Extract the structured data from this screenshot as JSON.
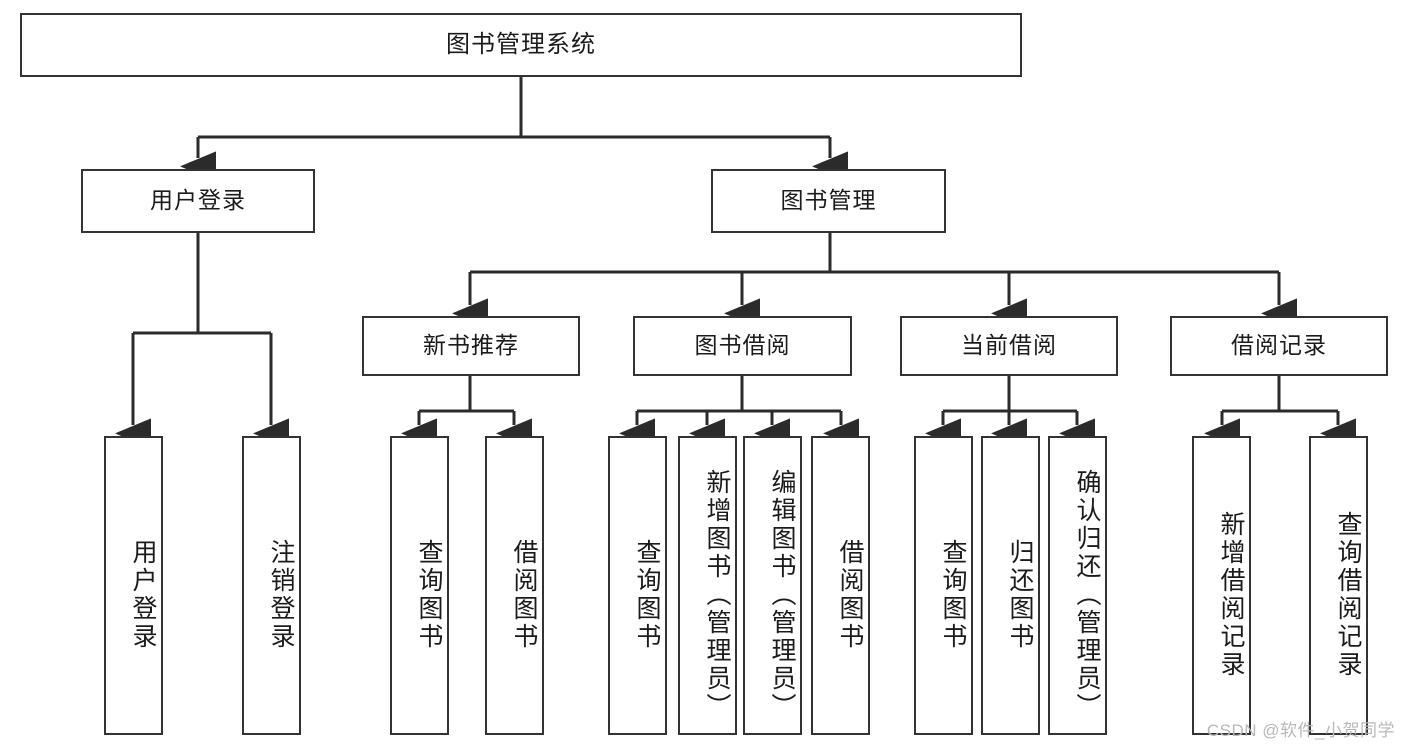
{
  "diagram": {
    "type": "tree-hierarchy",
    "title": "图书管理系统",
    "watermark": "CSDN @软件_小贺同学",
    "colors": {
      "stroke": "#333333",
      "fill": "#ffffff",
      "text": "#1b1b1b",
      "watermark": "#b8b8b8"
    },
    "levels": {
      "level1": [
        "图书管理系统"
      ],
      "level2": [
        "用户登录",
        "图书管理"
      ],
      "level3": [
        "新书推荐",
        "图书借阅",
        "当前借阅",
        "借阅记录"
      ],
      "level4": [
        "用户登录",
        "注销登录",
        "查询图书",
        "借阅图书",
        "查询图书",
        "新增图书（管理员）",
        "编辑图书（管理员）",
        "借阅图书",
        "查询图书",
        "归还图书",
        "确认归还（管理员）",
        "新增借阅记录",
        "查询借阅记录"
      ]
    },
    "nodes": {
      "root": {
        "label": "图书管理系统"
      },
      "user_login": {
        "label": "用户登录"
      },
      "book_mgmt": {
        "label": "图书管理"
      },
      "new_book_rec": {
        "label": "新书推荐"
      },
      "book_borrow": {
        "label": "图书借阅"
      },
      "current_borrow": {
        "label": "当前借阅"
      },
      "borrow_record": {
        "label": "借阅记录"
      },
      "leaf_user_login": {
        "label": "用户登录"
      },
      "leaf_user_logout": {
        "label": "注销登录"
      },
      "leaf_query_book_a": {
        "label": "查询图书"
      },
      "leaf_borrow_book_a": {
        "label": "借阅图书"
      },
      "leaf_query_book_b": {
        "label": "查询图书"
      },
      "leaf_add_book": {
        "label": "新增图书（管理员）"
      },
      "leaf_edit_book": {
        "label": "编辑图书（管理员）"
      },
      "leaf_borrow_book_b": {
        "label": "借阅图书"
      },
      "leaf_query_book_c": {
        "label": "查询图书"
      },
      "leaf_return_book": {
        "label": "归还图书"
      },
      "leaf_confirm_return": {
        "label": "确认归还（管理员）"
      },
      "leaf_add_record": {
        "label": "新增借阅记录"
      },
      "leaf_query_record": {
        "label": "查询借阅记录"
      }
    },
    "edges": [
      {
        "from": "root",
        "to": "user_login"
      },
      {
        "from": "root",
        "to": "book_mgmt"
      },
      {
        "from": "user_login",
        "to": "leaf_user_login"
      },
      {
        "from": "user_login",
        "to": "leaf_user_logout"
      },
      {
        "from": "book_mgmt",
        "to": "new_book_rec"
      },
      {
        "from": "book_mgmt",
        "to": "book_borrow"
      },
      {
        "from": "book_mgmt",
        "to": "current_borrow"
      },
      {
        "from": "book_mgmt",
        "to": "borrow_record"
      },
      {
        "from": "new_book_rec",
        "to": "leaf_query_book_a"
      },
      {
        "from": "new_book_rec",
        "to": "leaf_borrow_book_a"
      },
      {
        "from": "book_borrow",
        "to": "leaf_query_book_b"
      },
      {
        "from": "book_borrow",
        "to": "leaf_add_book"
      },
      {
        "from": "book_borrow",
        "to": "leaf_edit_book"
      },
      {
        "from": "book_borrow",
        "to": "leaf_borrow_book_b"
      },
      {
        "from": "current_borrow",
        "to": "leaf_query_book_c"
      },
      {
        "from": "current_borrow",
        "to": "leaf_return_book"
      },
      {
        "from": "current_borrow",
        "to": "leaf_confirm_return"
      },
      {
        "from": "borrow_record",
        "to": "leaf_add_record"
      },
      {
        "from": "borrow_record",
        "to": "leaf_query_record"
      }
    ]
  }
}
